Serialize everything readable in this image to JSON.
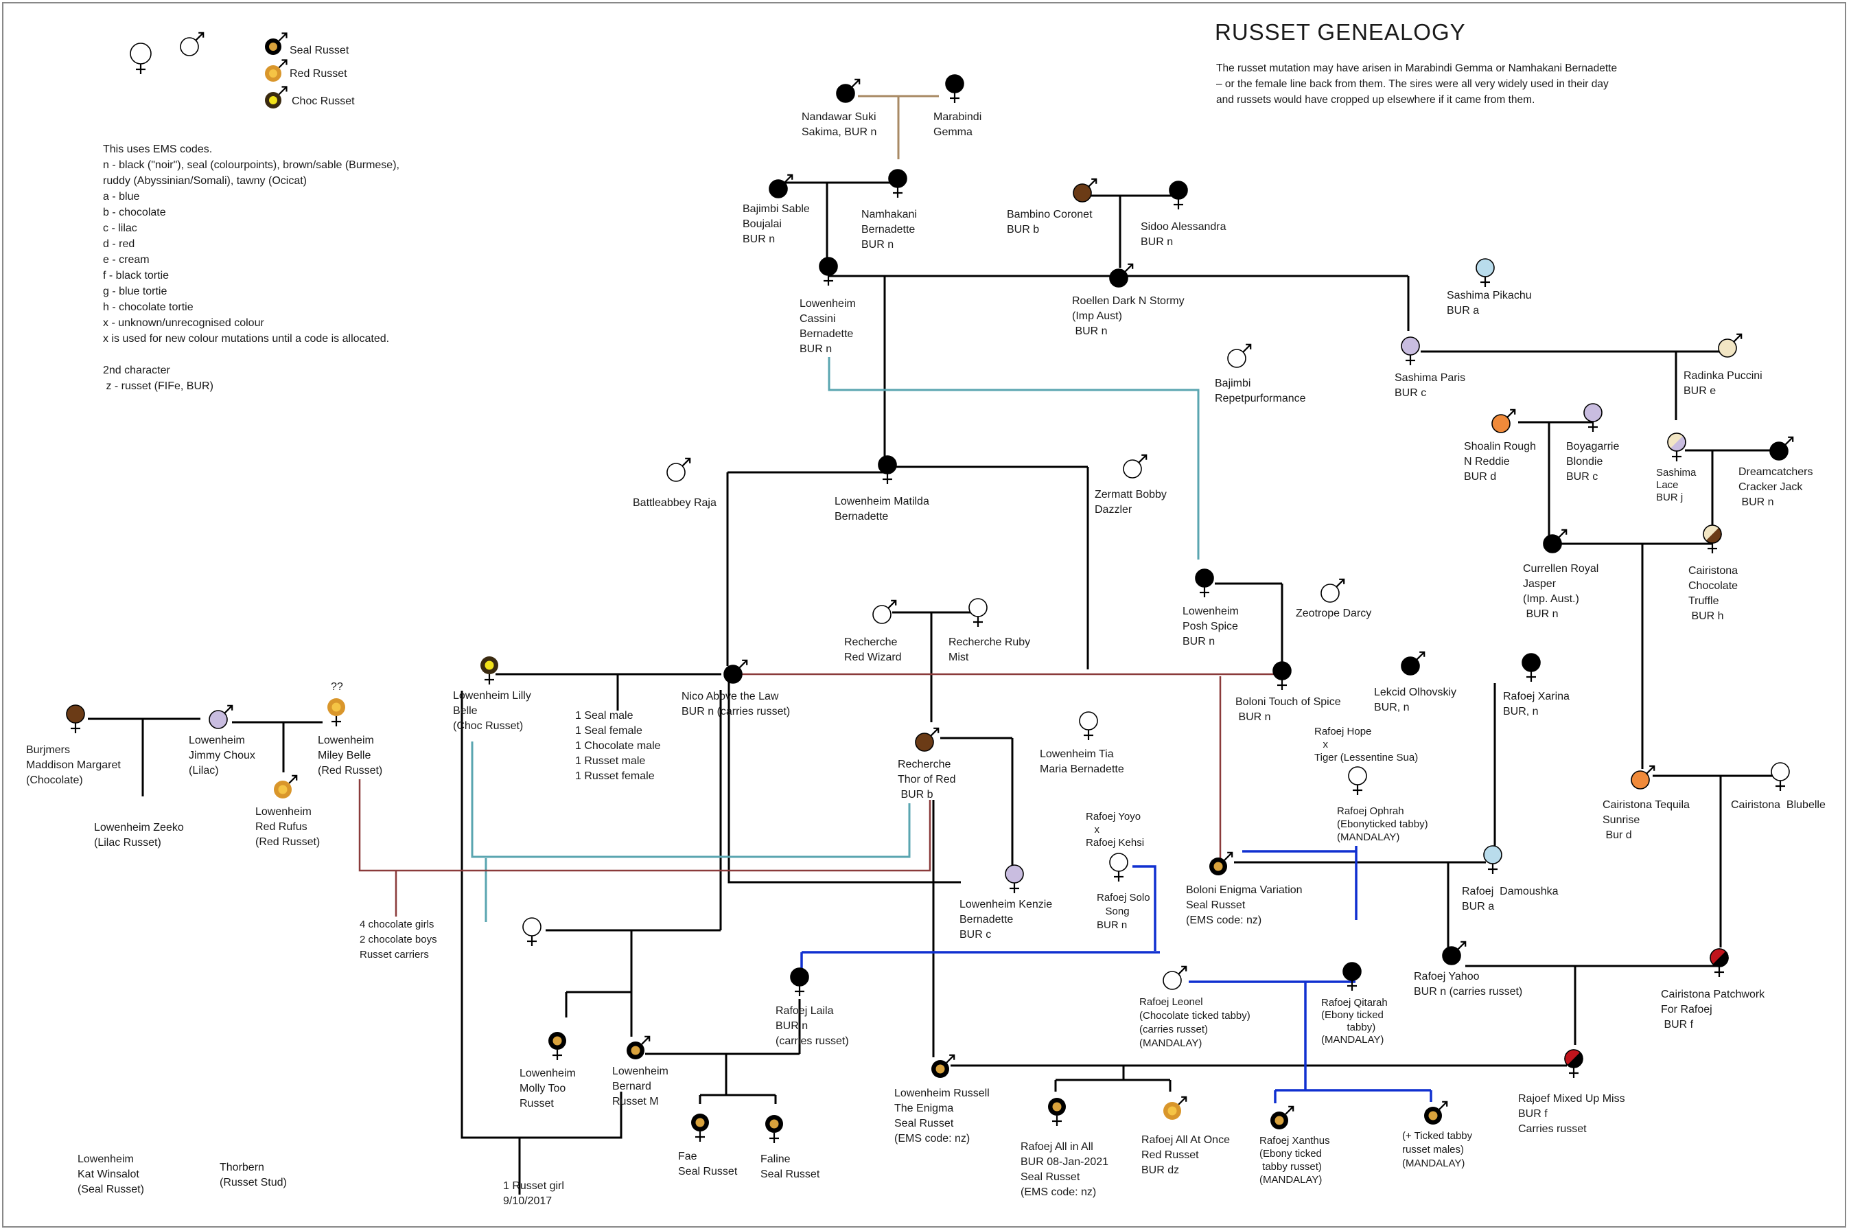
{
  "title": "RUSSET GENEALOGY",
  "intro": "The russet mutation may have arisen in Marabindi Gemma or Namhakani Bernadette\n– or the female line back from them. The sires were all very widely used in their day\nand russets would have cropped up elsewhere if it came from them.",
  "legend": {
    "seal": "Seal Russet",
    "red": "Red Russet",
    "choc": "Choc Russet"
  },
  "codes_text": "This uses EMS codes.\nn - black (\"noir\"), seal (colourpoints), brown/sable (Burmese),\nruddy (Abyssinian/Somali), tawny (Ocicat)\na - blue\nb - chocolate\nc - lilac\nd - red\ne - cream\nf - black tortie\ng - blue tortie\nh - chocolate tortie\nx - unknown/unrecognised colour\nx is used for new colour mutations until a code is allocated.\n\n2nd character\n z - russet (FIFe, BUR)",
  "colors": {
    "black": "#000000",
    "seal_ring": "#000000",
    "seal_core": "#d9a23c",
    "red_ring": "#d9962b",
    "red_core": "#f5c445",
    "choc_ring": "#3a2a10",
    "choc_core": "#f2e21a",
    "chocolate": "#6b3b16",
    "lilac": "#c9bde0",
    "blue": "#b9dcec",
    "cream": "#f2e6c4",
    "red": "#f08a3a",
    "tortie_red": "#c0141c",
    "line_black": "#000000",
    "line_tan": "#a88a64",
    "line_teal": "#5aa5b0",
    "line_brown": "#8a3a3a",
    "line_blue": "#1030d0"
  },
  "labels": {
    "nandawar": "Nandawar Suki\nSakima, BUR n",
    "marabindi": "Marabindi\nGemma",
    "bajimbi_sable": "Bajimbi Sable\nBoujalai\nBUR n",
    "namhakani": "Namhakani\nBernadette\nBUR n",
    "bambino": "Bambino Coronet\nBUR b",
    "sidoo": "Sidoo Alessandra\nBUR n",
    "cassini": "Lowenheim\nCassini\nBernadette\nBUR n",
    "roellen": "Roellen Dark N Stormy\n(Imp Aust)\n BUR n",
    "pikachu": "Sashima Pikachu\nBUR a",
    "paris": "Sashima Paris\nBUR c",
    "puccini": "Radinka Puccini\nBUR e",
    "repet": "Bajimbi\nRepetpurformance",
    "shoalin": "Shoalin Rough\nN Reddie\nBUR d",
    "blondie": "Boyagarrie\nBlondie\nBUR c",
    "lace": "Sashima\nLace\nBUR j",
    "dreamcatchers": "Dreamcatchers\nCracker Jack\n BUR n",
    "raja": "Battleabbey Raja",
    "matilda": "Lowenheim Matilda\nBernadette",
    "zermatt": "Zermatt Bobby\nDazzler",
    "jasper": "Currellen Royal\nJasper\n(Imp. Aust.)\n BUR n",
    "truffle": "Cairistona\nChocolate\nTruffle\n BUR h",
    "posh": "Lowenheim\nPosh Spice\nBUR n",
    "darcy": "Zeotrope Darcy",
    "wizard": "Recherche\nRed Wizard",
    "ruby": "Recherche Ruby\nMist",
    "lilly": "Lowenheim Lilly\nBelle\n(Choc Russet)",
    "litter1": "1 Seal male\n1 Seal female\n1 Chocolate male\n1 Russet male\n1 Russet female",
    "nico": "Nico Above the Law\nBUR n (carries russet)",
    "touch": "Boloni Touch of Spice\n BUR n",
    "olhovskiy": "Lekcid Olhovskiy\nBUR, n",
    "xarina": "Rafoej Xarina\nBUR, n",
    "burjmers": "Burjmers\nMaddison Margaret\n(Chocolate)",
    "jimmy": "Lowenheim\nJimmy Choux\n(Lilac)",
    "qq": "??",
    "miley": "Lowenheim\nMiley Belle\n(Red Russet)",
    "zeeko": "Lowenheim Zeeko\n(Lilac Russet)",
    "rufus": "Lowenheim\nRed Rufus\n(Red Russet)",
    "thor": "Recherche\nThor of Red\n BUR b",
    "tia": "Lowenheim Tia\nMaria Bernadette",
    "hope": "Rafoej Hope\n   x\nTiger (Lessentine Sua)",
    "ophrah": "Rafoej Ophrah\n(Ebonyticked tabby)\n(MANDALAY)",
    "tequila": "Cairistona Tequila\nSunrise\n Bur d",
    "blubelle": "Cairistona  Blubelle",
    "yoyo": "Rafoej Yoyo\n   x\nRafoej Kehsi",
    "enigma": "Boloni Enigma Variation\nSeal Russet\n(EMS code: nz)",
    "damoushka": "Rafoej  Damoushka\nBUR a",
    "solo": "Rafoej Solo\n   Song\nBUR n",
    "kenzie": "Lowenheim Kenzie\nBernadette\nBUR c",
    "litter2": "4 chocolate girls\n2 chocolate boys\nRusset carriers",
    "yahoo": "Rafoej Yahoo\nBUR n (carries russet)",
    "patchwork": "Cairistona Patchwork\nFor Rafoej\n BUR f",
    "leonel": "Rafoej Leonel\n(Chocolate ticked tabby)\n(carries russet)\n(MANDALAY)",
    "qitarah": "Rafoej Qitarah\n(Ebony ticked\n         tabby)\n(MANDALAY)",
    "laila": "Rafoej Laila\nBUR n\n(carries russet)",
    "molly": "Lowenheim\nMolly Too\nRusset",
    "bernard": "Lowenheim\nBernard\nRusset M",
    "russell": "Lowenheim Russell\nThe Enigma\nSeal Russet\n(EMS code: nz)",
    "mixedup": "Rajoef Mixed Up Miss\nBUR f\nCarries russet",
    "fae": "Fae\nSeal Russet",
    "faline": "Faline\nSeal Russet",
    "allinall": "Rafoej All in All\nBUR 08-Jan-2021\nSeal Russet\n(EMS code: nz)",
    "allatonce": "Rafoej All At Once\nRed Russet\nBUR dz",
    "xanthus": "Rafoej Xanthus\n(Ebony ticked\n tabby russet)\n(MANDALAY)",
    "ticked": "(+ Ticked tabby\nrusset males)\n(MANDALAY)",
    "kat": "Lowenheim\nKat Winsalot\n(Seal Russet)",
    "thorbern": "Thorbern\n(Russet Stud)",
    "russetgirl": "1 Russet girl\n9/10/2017"
  }
}
